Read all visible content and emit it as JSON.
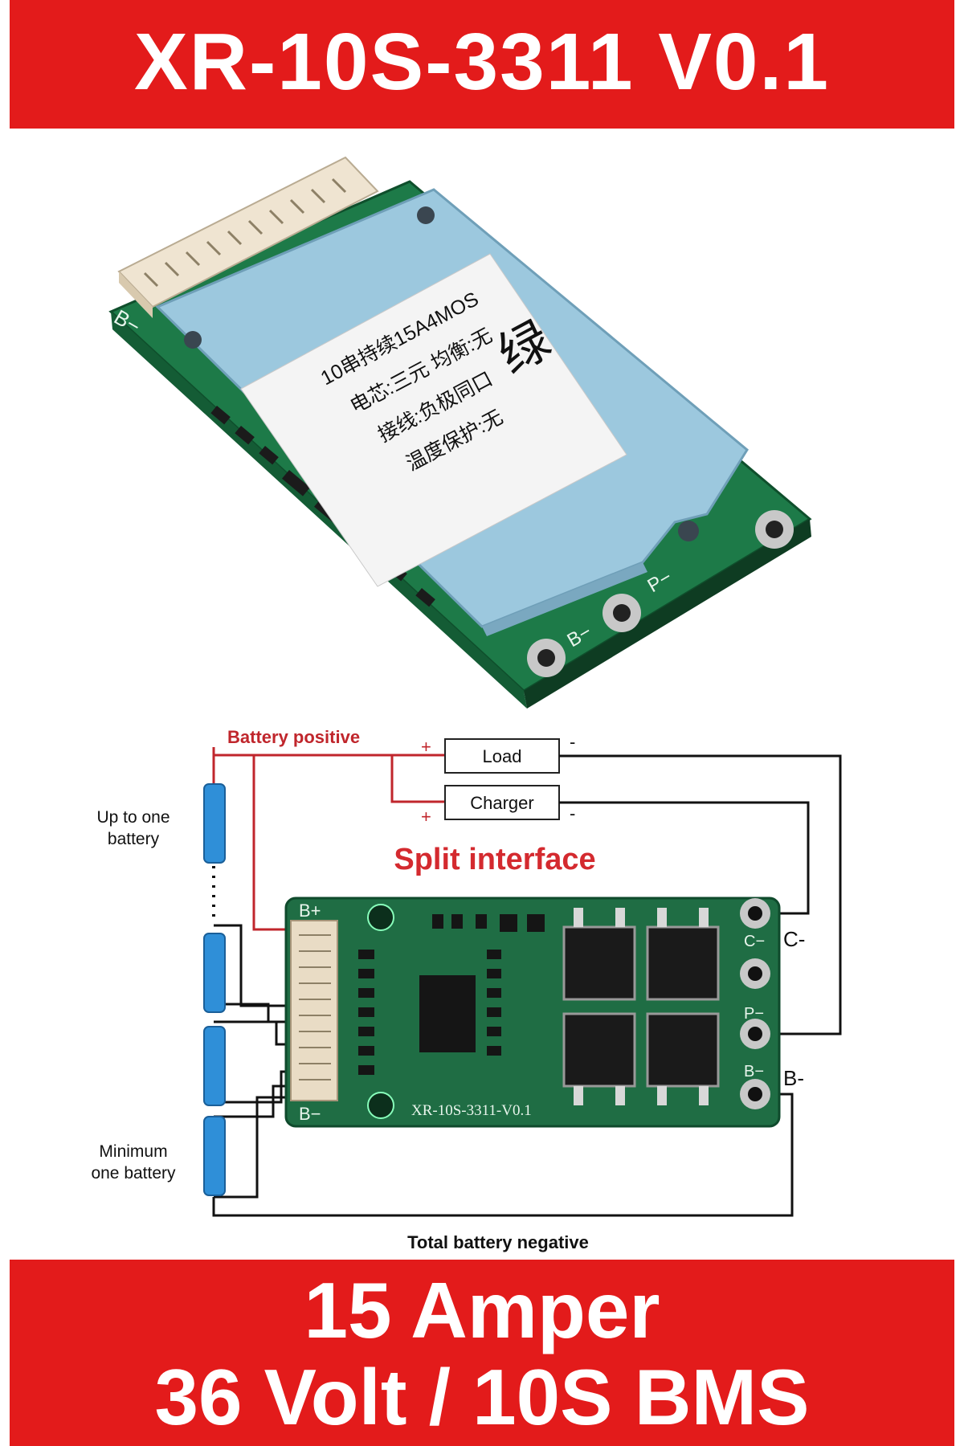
{
  "header": {
    "title": "XR-10S-3311 V0.1"
  },
  "product_photo": {
    "sticker_lines": [
      "10串持续15A4MOS",
      "电芯:三元 均衡:无",
      "接线:负极同口",
      "温度保护:无"
    ],
    "sticker_big_char": "绿",
    "pad_labels": {
      "b_minus_left": "B−",
      "p_minus": "P−",
      "b_minus": "B−"
    }
  },
  "diagram": {
    "battery_positive": "Battery positive",
    "load": "Load",
    "charger": "Charger",
    "plus": "+",
    "minus": "-",
    "up_to_one_battery": [
      "Up to one",
      "battery"
    ],
    "minimum_one_battery": [
      "Minimum",
      "one battery"
    ],
    "split_interface": "Split interface",
    "total_battery_negative": "Total battery negative",
    "board_silkscreen": "XR-10S-3311-V0.1",
    "board_b_plus": "B+",
    "board_b_minus": "B−",
    "board_c_minus": "C−",
    "board_p_minus": "P−",
    "board_b_minus_right": "B−",
    "label_c_minus": "C-",
    "label_b_minus": "B-"
  },
  "footer": {
    "line1": "15 Amper",
    "line2": "36 Volt / 10S BMS"
  },
  "colors": {
    "banner_red": "#e31b1b",
    "pcb_green": "#1f7a4a",
    "wire_red": "#c0262c",
    "battery_blue": "#2f8fd8",
    "heatsink_blue": "#9cc8de"
  }
}
